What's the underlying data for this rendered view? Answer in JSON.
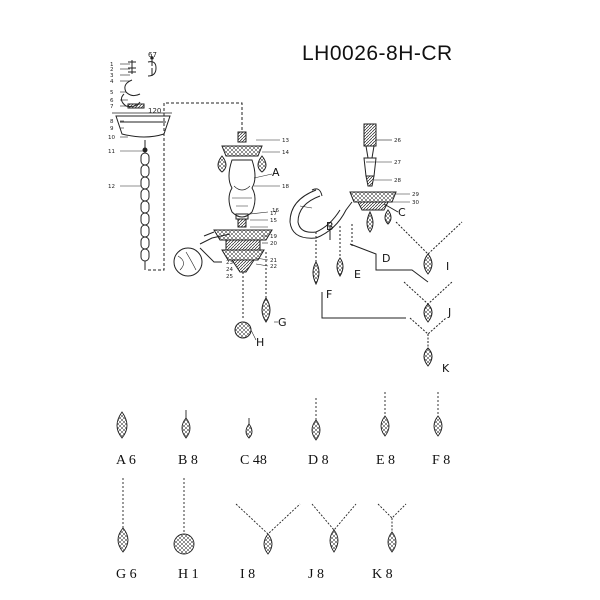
{
  "title": "LH0026-8H-CR",
  "dimensions": {
    "d1": "67",
    "d2": "120"
  },
  "callouts": {
    "n1": "1",
    "n2": "2",
    "n3": "3",
    "n4": "4",
    "n5": "5",
    "n6": "6",
    "n7": "7",
    "n8": "8",
    "n9": "9",
    "n10": "10",
    "n11": "11",
    "n12": "12",
    "n13": "13",
    "n14": "14",
    "n15": "15",
    "n16": "16",
    "n17": "17",
    "n18": "18",
    "n19": "19",
    "n20": "20",
    "n21": "21",
    "n22": "22",
    "n23": "23",
    "n24": "24",
    "n25": "25",
    "n26": "26",
    "n27": "27",
    "n28": "28",
    "n29": "29",
    "n30": "30"
  },
  "letters": {
    "A": "A",
    "B": "B",
    "C": "C",
    "D": "D",
    "E": "E",
    "F": "F",
    "G": "G",
    "H": "H",
    "I": "I",
    "J": "J",
    "K": "K"
  },
  "parts_legend": [
    {
      "label": "A 6",
      "style": "single"
    },
    {
      "label": "B 8",
      "style": "single"
    },
    {
      "label": "C 48",
      "style": "small"
    },
    {
      "label": "D 8",
      "style": "short-chain"
    },
    {
      "label": "E 8",
      "style": "short-chain"
    },
    {
      "label": "F 8",
      "style": "short-chain"
    },
    {
      "label": "G 6",
      "style": "long-chain"
    },
    {
      "label": "H 1",
      "style": "ball-chain"
    },
    {
      "label": "I 8",
      "style": "swag"
    },
    {
      "label": "J 8",
      "style": "swag"
    },
    {
      "label": "K 8",
      "style": "swag-narrow"
    }
  ]
}
